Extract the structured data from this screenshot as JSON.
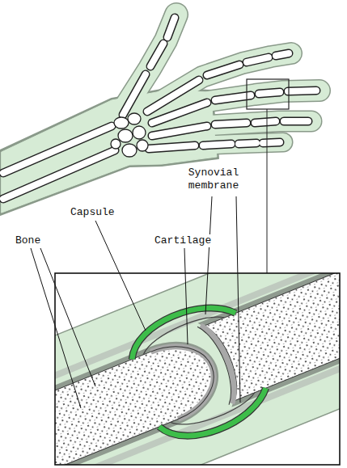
{
  "diagram": {
    "labels": [
      "Synovial membrane",
      "Capsule",
      "Bone",
      "Cartilage"
    ]
  }
}
